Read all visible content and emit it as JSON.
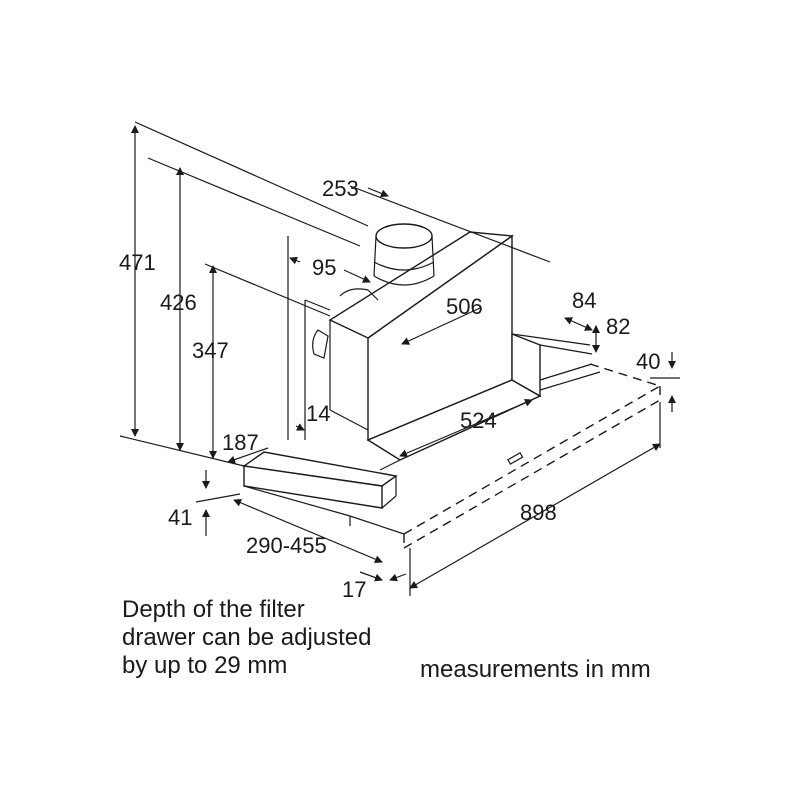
{
  "dimensions": {
    "d471": "471",
    "d426": "426",
    "d347": "347",
    "d253": "253",
    "d95": "95",
    "d506": "506",
    "d84": "84",
    "d82": "82",
    "d40": "40",
    "d524": "524",
    "d14": "14",
    "d187": "187",
    "d41": "41",
    "d290_455": "290-455",
    "d898": "898",
    "d17": "17"
  },
  "notes": {
    "filter_line1": "Depth of the filter",
    "filter_line2": "drawer can be adjusted",
    "filter_line3": "by up to 29 mm",
    "units": "measurements in mm"
  }
}
